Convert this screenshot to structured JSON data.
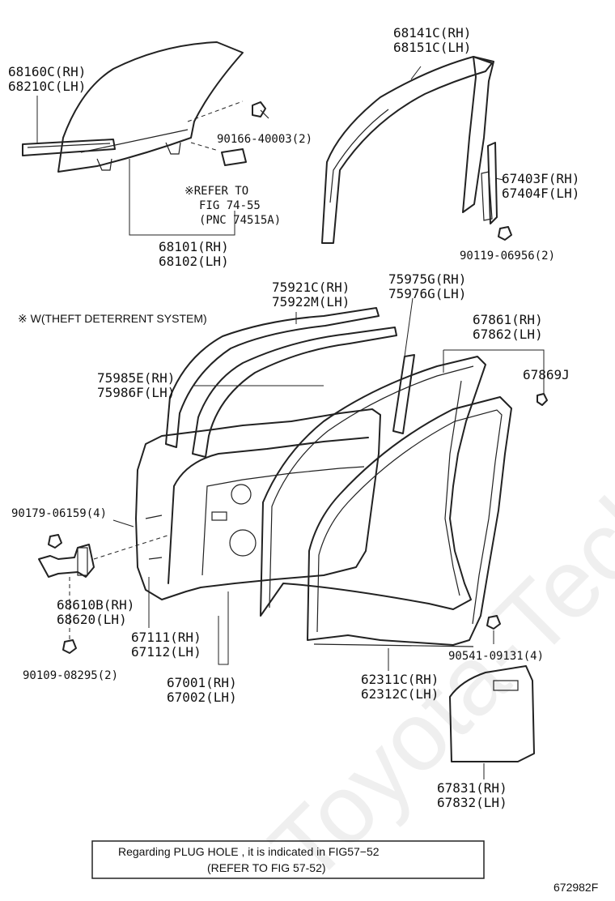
{
  "watermark": "Toyota-Tech.ru",
  "diagram_code": "672982F",
  "notes": {
    "plug_hole_line1": "Regarding PLUG HOLE , it is indicated in FIG57−52",
    "plug_hole_line2": "(REFER TO FIG 57-52)",
    "theft_deterrent": "※ W(THEFT DETERRENT SYSTEM)",
    "refer_line1": "※REFER TO",
    "refer_line2": "FIG 74-55",
    "refer_line3": "(PNC 74515A)"
  },
  "callouts": {
    "c1": {
      "a": "68160C(RH)",
      "b": "68210C(LH)"
    },
    "c2": {
      "a": "68141C(RH)",
      "b": "68151C(LH)"
    },
    "c3": {
      "a": "90166-40003(2)"
    },
    "c4": {
      "a": "67403F(RH)",
      "b": "67404F(LH)"
    },
    "c5": {
      "a": "68101(RH)",
      "b": "68102(LH)"
    },
    "c6": {
      "a": "90119-06956(2)"
    },
    "c7": {
      "a": "75921C(RH)",
      "b": "75922M(LH)"
    },
    "c8": {
      "a": "75975G(RH)",
      "b": "75976G(LH)"
    },
    "c9": {
      "a": "67861(RH)",
      "b": "67862(LH)"
    },
    "c10": {
      "a": "67869J"
    },
    "c11": {
      "a": "75985E(RH)",
      "b": "75986F(LH)"
    },
    "c12": {
      "a": "90179-06159(4)"
    },
    "c13": {
      "a": "68610B(RH)",
      "b": "68620(LH)"
    },
    "c14": {
      "a": "67111(RH)",
      "b": "67112(LH)"
    },
    "c15": {
      "a": "90109-08295(2)"
    },
    "c16": {
      "a": "67001(RH)",
      "b": "67002(LH)"
    },
    "c17": {
      "a": "62311C(RH)",
      "b": "62312C(LH)"
    },
    "c18": {
      "a": "90541-09131(4)"
    },
    "c19": {
      "a": "67831(RH)",
      "b": "67832(LH)"
    }
  },
  "icons": {
    "bolt": "bolt-icon",
    "clip": "clip-icon"
  }
}
